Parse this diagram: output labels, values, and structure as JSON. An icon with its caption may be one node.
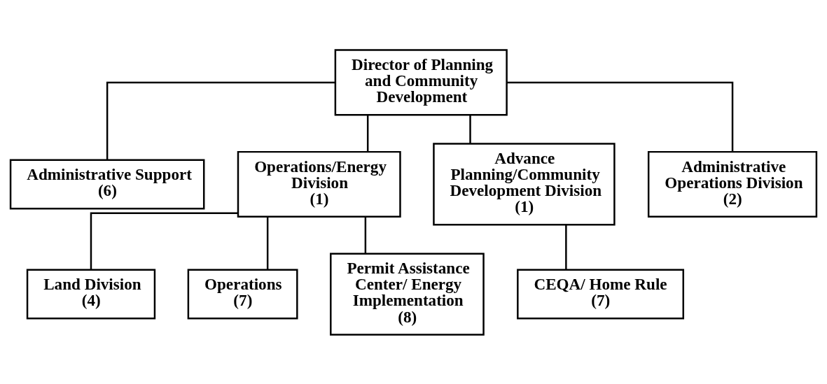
{
  "diagram": {
    "nodes": [
      {
        "text": [
          "Director of Planning and Community Development"
        ]
      },
      {
        "text": [
          "Administrative Support",
          "(6)"
        ]
      },
      {
        "text": [
          "Operations/Energy Division",
          "(1)"
        ]
      },
      {
        "text": [
          "Advance Planning/Community Development Division",
          "(1)"
        ]
      },
      {
        "text": [
          "Administrative Operations Division",
          "(2)"
        ]
      },
      {
        "text": [
          "Land Division",
          "(4)"
        ]
      },
      {
        "text": [
          "Operations",
          "(7)"
        ]
      },
      {
        "text": [
          "Permit Assistance Center/ Energy Implementation",
          "(8)"
        ]
      },
      {
        "text": [
          "CEQA/ Home Rule",
          "(7)"
        ]
      }
    ],
    "edges": [
      {
        "from": 0,
        "to": 1,
        "arrow": "none"
      },
      {
        "from": 0,
        "to": 2,
        "arrow": "none"
      },
      {
        "from": 0,
        "to": 3,
        "arrow": "none"
      },
      {
        "from": 0,
        "to": 4,
        "arrow": "none"
      },
      {
        "from": 2,
        "to": 5,
        "arrow": "none"
      },
      {
        "from": 2,
        "to": 6,
        "arrow": "none"
      },
      {
        "from": 2,
        "to": 7,
        "arrow": "none"
      },
      {
        "from": 3,
        "to": 8,
        "arrow": "none"
      }
    ]
  }
}
